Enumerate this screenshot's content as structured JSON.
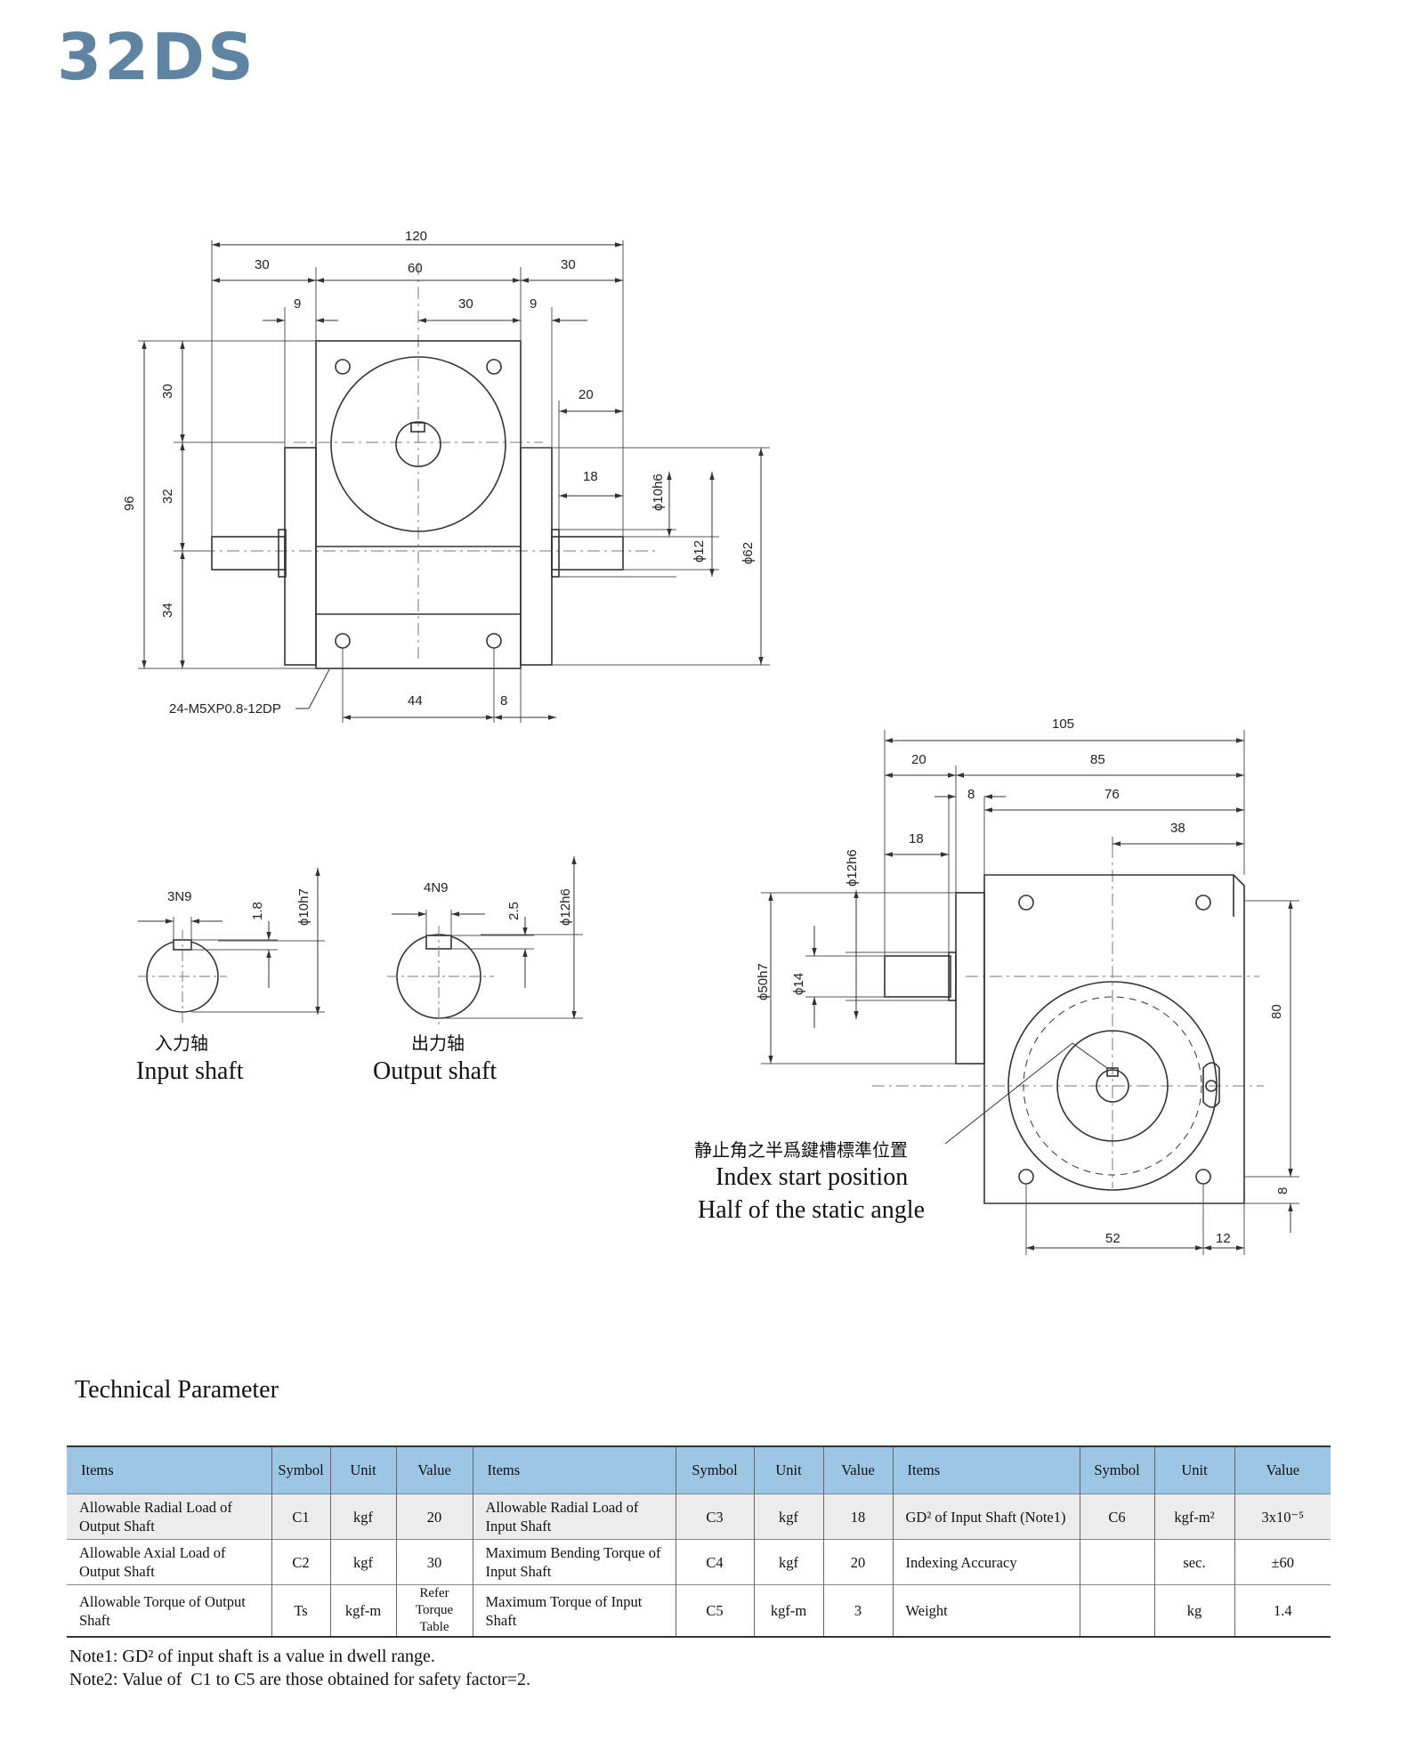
{
  "title": "32DS",
  "dim_labels": {
    "front": [
      "120",
      "30",
      "60",
      "30",
      "9",
      "30",
      "9",
      "20",
      "18",
      "30",
      "32",
      "34",
      "96",
      "ϕ10h6",
      "ϕ12",
      "ϕ62",
      "44",
      "8",
      "24-M5XP0.8-12DP"
    ],
    "side": [
      "105",
      "20",
      "85",
      "8",
      "76",
      "18",
      "38",
      "ϕ12h6",
      "ϕ50h7",
      "ϕ14",
      "80",
      "8",
      "52",
      "12"
    ],
    "keys": [
      "3N9",
      "1.8",
      "ϕ10h7",
      "4N9",
      "2.5",
      "ϕ12h6"
    ]
  },
  "captions": {
    "input_zh": "入力轴",
    "input_en": "Input shaft",
    "output_zh": "出力轴",
    "output_en": "Output shaft",
    "index_zh": "静止角之半爲鍵槽標準位置",
    "index_en1": "Index start position",
    "index_en2": "Half of the static angle"
  },
  "section_title": "Technical Parameter",
  "table": {
    "headers": [
      "Items",
      "Symbol",
      "Unit",
      "Value",
      "Items",
      "Symbol",
      "Unit",
      "Value",
      "Items",
      "Symbol",
      "Unit",
      "Value"
    ],
    "rows": [
      [
        "Allowable Radial Load  of Output Shaft",
        "C1",
        "kgf",
        "20",
        "Allowable Radial Load of Input Shaft",
        "C3",
        "kgf",
        "18",
        "GD² of Input Shaft (Note1)",
        "C6",
        "kgf-m²",
        "3x10⁻⁵"
      ],
      [
        "Allowable Axial Load of Output Shaft",
        "C2",
        "kgf",
        "30",
        "Maximum Bending Torque of Input Shaft",
        "C4",
        "kgf",
        "20",
        "Indexing Accuracy",
        "",
        "sec.",
        "±60"
      ],
      [
        "Allowable Torque of Output Shaft",
        "Ts",
        "kgf-m",
        "Refer Torque Table",
        "Maximum Torque of Input Shaft",
        "C5",
        "kgf-m",
        "3",
        "Weight",
        "",
        "kg",
        "1.4"
      ]
    ]
  },
  "notes": [
    "Note1: GD² of input shaft is a value in dwell range.",
    "Note2: Value of  C1 to C5 are those obtained for safety factor=2."
  ]
}
